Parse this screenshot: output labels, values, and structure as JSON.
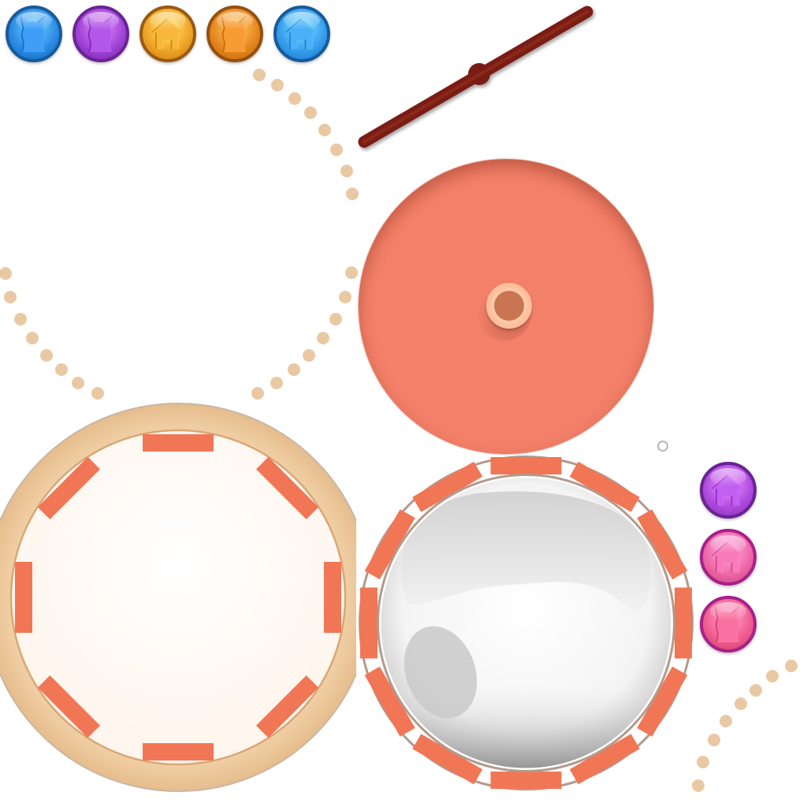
{
  "sprite_sheet": {
    "background": "#ffffff",
    "gem_buttons": [
      {
        "name": "blue-cat-gem",
        "icon": "cat-icon",
        "color": "#2f8ee6",
        "ring": "#175a9c"
      },
      {
        "name": "purple-cat-gem",
        "icon": "cat-icon",
        "color": "#a246d8",
        "ring": "#6a2394"
      },
      {
        "name": "gold-house-gem",
        "icon": "house-icon",
        "color": "#f0a62a",
        "ring": "#9a5a10"
      },
      {
        "name": "orange-cat-gem",
        "icon": "cat-icon",
        "color": "#e88a22",
        "ring": "#955010"
      },
      {
        "name": "blue-house-gem",
        "icon": "house-icon",
        "color": "#3aa0ee",
        "ring": "#175a9c"
      },
      {
        "name": "purple-house-gem",
        "icon": "house-icon",
        "color": "#b04fe0",
        "ring": "#6a2394"
      },
      {
        "name": "rainbow-house-gem",
        "icon": "house-icon",
        "color": "#f06aa8",
        "ring": "#a8208a"
      },
      {
        "name": "rainbow-cat-gem",
        "icon": "cat-icon",
        "color": "#f26090",
        "ring": "#a8208a"
      }
    ],
    "dot_color": "#e9c9a4",
    "stick_color": "#7a1f12",
    "salmon_plate_color": "#f38069",
    "paper_plate": {
      "rim": "#edc597",
      "face": "#fffaf5",
      "segments": 8,
      "segment_color": "#f17656"
    },
    "mirror_plate": {
      "band": "#ffffff",
      "segments": 12,
      "segment_color": "#f17656",
      "edge": "#b39a8c"
    }
  }
}
